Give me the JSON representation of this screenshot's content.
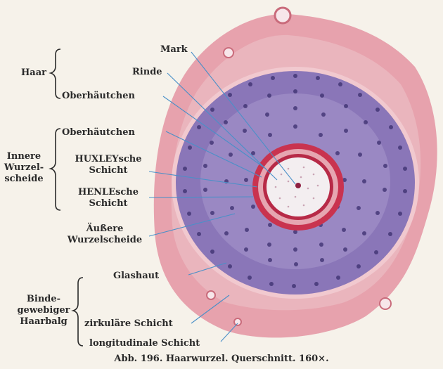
{
  "labels": {
    "mark": "Mark",
    "rinde": "Rinde",
    "haar_oberhaeutchen": "Oberhäutchen",
    "haar": "Haar",
    "innere_oberhaeutchen": "Oberhäutchen",
    "innere_wurzelscheide": "Innere\nWurzel-\nscheide",
    "huxley": "HUXLEYsche\nSchicht",
    "henle": "HENLEsche\nSchicht",
    "aeussere": "Äußere\nWurzelscheide",
    "glashaut": "Glashaut",
    "bindegewebiger": "Binde-\ngewebiger\nHaarbalg",
    "zirkulaere": "zirkuläre Schicht",
    "longitudinale": "longitudinale Schicht"
  },
  "caption": "Abb. 196. Haarwurzel. Querschnitt. 160×.",
  "colors": {
    "background": "#f6f2ea",
    "connective_tissue": "#e7a2ad",
    "glassy_membrane": "#f1c9cf",
    "outer_root_sheath": "#8a76b8",
    "inner_sheath": "#c9334f",
    "hair_shaft": "#f3eef0",
    "nuclei": "#3b2e6e"
  }
}
